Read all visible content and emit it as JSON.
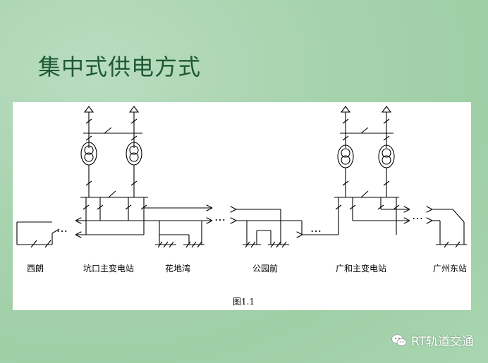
{
  "title": "集中式供电方式",
  "stations": [
    {
      "label": "西朗"
    },
    {
      "label": "坑口主变电站"
    },
    {
      "label": "花地湾"
    },
    {
      "label": "公园前"
    },
    {
      "label": "广和主变电站"
    },
    {
      "label": "广州东站"
    }
  ],
  "ellipsis": "…",
  "figure_caption": "图1.1",
  "watermark": "RT轨道交通",
  "watermark_icon": "wechat-icon",
  "colors": {
    "title": "#1e5a33",
    "line": "#000000",
    "panel": "#ffffff"
  }
}
